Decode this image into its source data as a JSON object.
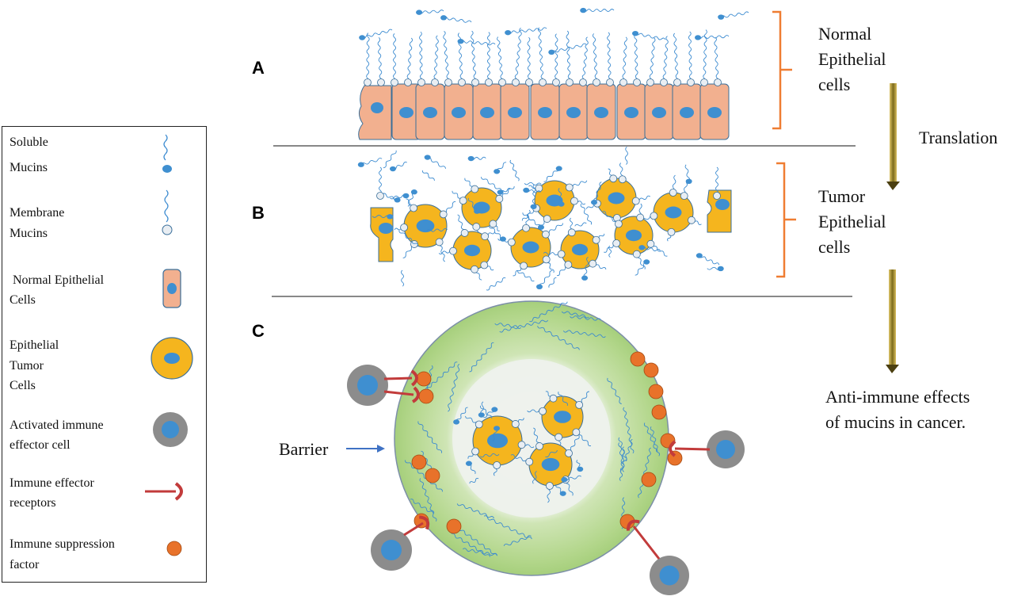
{
  "legend": {
    "items": [
      {
        "line1": "Soluble",
        "line2": "Mucins",
        "line3": ""
      },
      {
        "line1": "Membrane",
        "line2": "Mucins",
        "line3": ""
      },
      {
        "line1": "Normal Epithelial",
        "line2": "Cells",
        "line3": ""
      },
      {
        "line1": "Epithelial",
        "line2": "Tumor",
        "line3": "Cells"
      },
      {
        "line1": "Activated immune",
        "line2": "effector cell",
        "line3": ""
      },
      {
        "line1": "Immune effector",
        "line2": "receptors",
        "line3": ""
      },
      {
        "line1": "Immune suppression",
        "line2": "factor",
        "line3": ""
      }
    ]
  },
  "panels": {
    "a": "A",
    "b": "B",
    "c": "C"
  },
  "labels": {
    "normal": {
      "line1": "Normal",
      "line2": "Epithelial",
      "line3": "cells"
    },
    "tumor": {
      "line1": "Tumor",
      "line2": "Epithelial",
      "line3": "cells"
    },
    "translation": "Translation",
    "effects": {
      "line1": "Anti-immune effects",
      "line2": "of mucins in cancer."
    },
    "barrier": "Barrier"
  },
  "colors": {
    "normal_cell": "#f2b08f",
    "tumor_cell": "#f5b51e",
    "nucleus": "#3f8fd0",
    "immune_cell": "#8c8c8c",
    "suppression_factor": "#e8722a",
    "receptor": "#c23b3b",
    "barrier_outer": "#b7d98e",
    "bracket": "#ef7d32",
    "arrow": "#6b5a16"
  }
}
